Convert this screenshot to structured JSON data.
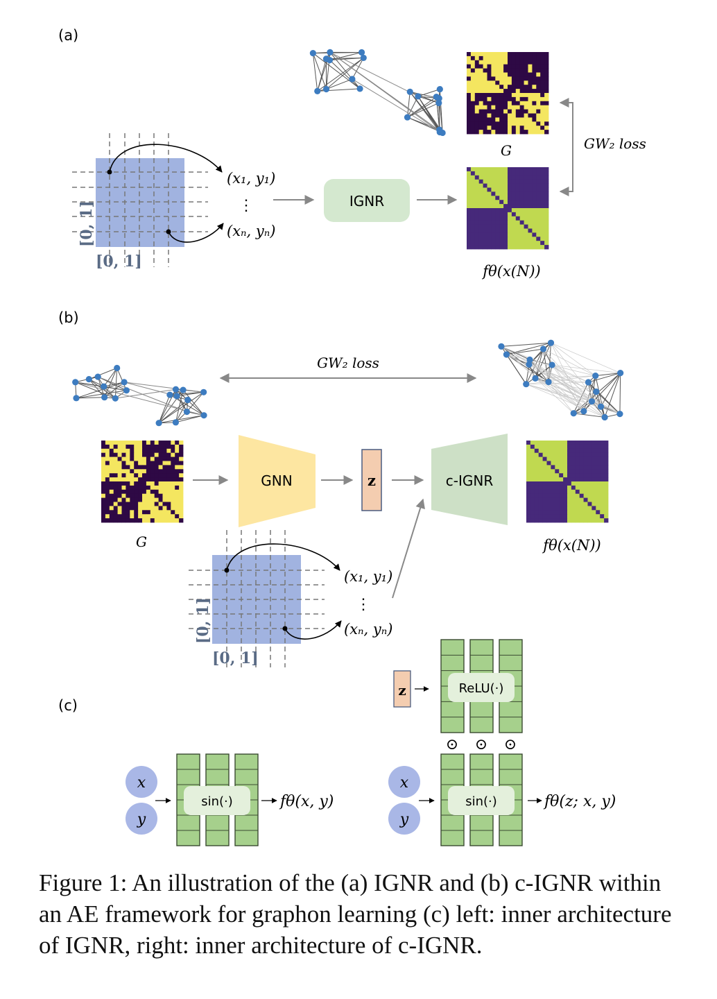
{
  "panels": {
    "a": {
      "label": "(a)",
      "point_first": "(x₁, y₁)",
      "point_last": "(xₙ, yₙ)",
      "vdots": "⋮",
      "domain_y": "[0, 1]",
      "domain_x": "[0, 1]",
      "model": "IGNR",
      "graph_label": "G",
      "output_label": "fθ(x(N))",
      "loss": "GW₂ loss"
    },
    "b": {
      "label": "(b)",
      "loss": "GW₂ loss",
      "encoder": "GNN",
      "latent": "z",
      "decoder": "c-IGNR",
      "graph_label": "G",
      "output_label": "fθ(x(N))",
      "point_first": "(x₁, y₁)",
      "point_last": "(xₙ, yₙ)",
      "vdots": "⋮",
      "domain_y": "[0, 1]",
      "domain_x": "[0, 1]"
    },
    "c": {
      "label": "(c)",
      "input_x": "x",
      "input_y": "y",
      "left_activation": "sin(·)",
      "left_output": "fθ(x, y)",
      "latent": "z",
      "relu": "ReLU(·)",
      "hadamard": "⊙",
      "right_activation": "sin(·)",
      "right_output": "fθ(z; x, y)"
    }
  },
  "caption": "Figure 1:  An illustration of the (a) IGNR and (b) c-IGNR within an AE framework for graphon learning (c) left: inner architecture of IGNR, right: inner architecture of c-IGNR.",
  "colors": {
    "grid_blue": "#a1b3e0",
    "ignr_green": "#d4e8cf",
    "gnn_yellow": "#fde6a1",
    "cignr_green": "#cde0c6",
    "latent_orange": "#f4cdb0",
    "node_blue": "#3d7cc0",
    "matrix_yellow": "#f4e660",
    "matrix_purple": "#2e0945",
    "out_green": "#c0d950",
    "out_purple": "#46297a",
    "layer_green": "#a6d08c",
    "input_circle": "#a9b7e6",
    "arrow_gray": "#888888"
  }
}
